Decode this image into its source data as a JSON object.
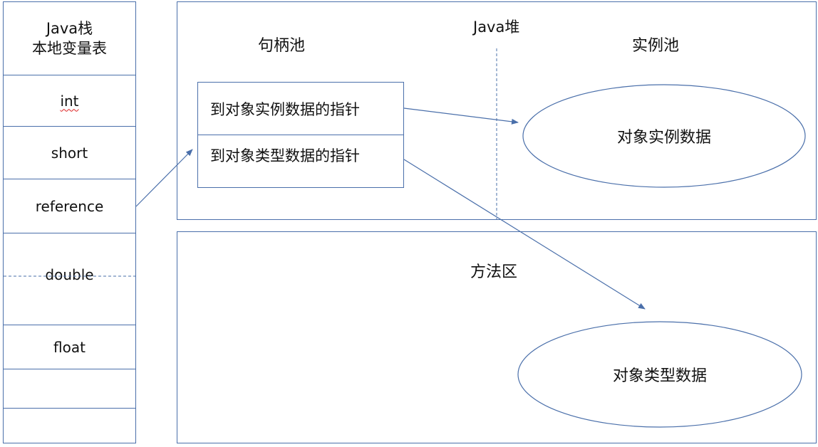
{
  "stack": {
    "header_line1": "Java栈",
    "header_line2": "本地变量表",
    "slots": [
      "int",
      "short",
      "reference",
      "double",
      "float",
      "",
      ""
    ]
  },
  "heap": {
    "label": "Java堆",
    "handle_pool_label": "句柄池",
    "instance_pool_label": "实例池",
    "handle_rows": [
      "到对象实例数据的指针",
      "到对象类型数据的指针"
    ],
    "instance_data_label": "对象实例数据"
  },
  "method_area": {
    "label": "方法区",
    "type_data_label": "对象类型数据"
  },
  "colors": {
    "line": "#4a6faa",
    "text": "#111111"
  }
}
